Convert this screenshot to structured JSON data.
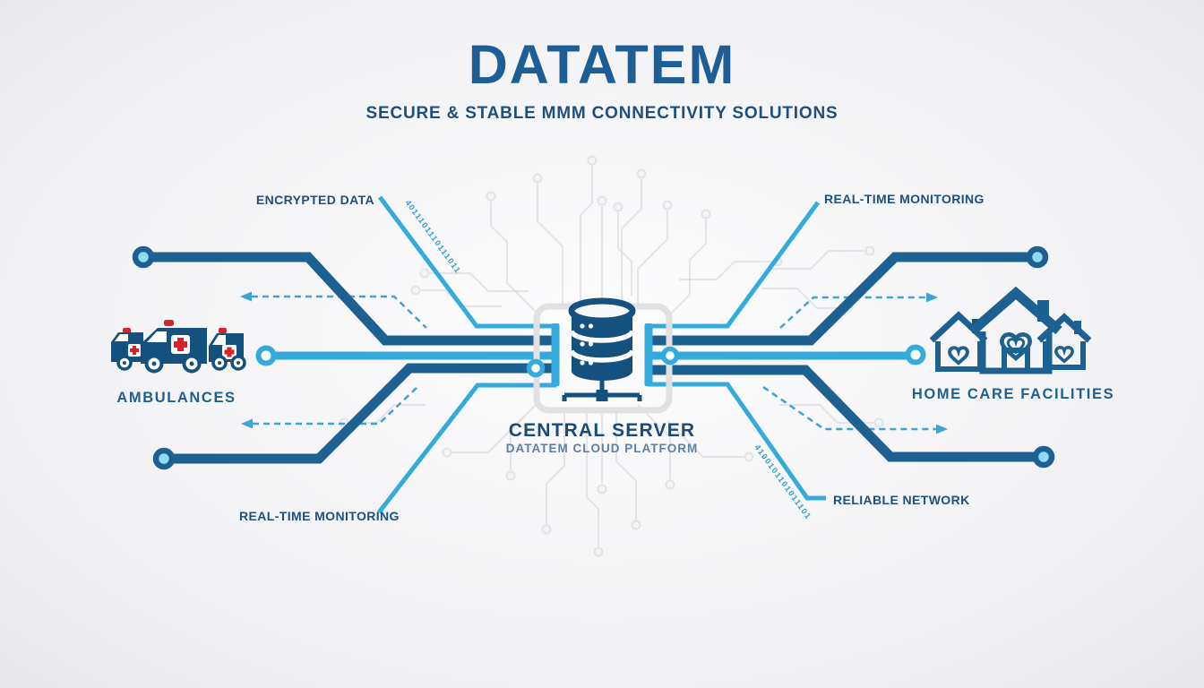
{
  "header": {
    "title": "DATATEM",
    "subtitle": "SECURE & STABLE MMM CONNECTIVITY SOLUTIONS"
  },
  "left_endpoint": {
    "label": "AMBULANCES"
  },
  "right_endpoint": {
    "label": "HOME CARE FACILITIES"
  },
  "center_server": {
    "title": "CENTRAL SERVER",
    "subtitle": "DATATEM CLOUD PLATFORM"
  },
  "links": {
    "encrypted_data": "ENCRYPTED DATA",
    "realtime_top": "REAL-TIME MONITORING",
    "realtime_bottom": "REAL-TIME MONITORING",
    "reliable_network": "RELIABLE NETWORK"
  },
  "decor": {
    "binary_top_left": "4011101110111011",
    "binary_bottom_right": "4100101101011101"
  },
  "colors": {
    "dark_blue": "#1d6092",
    "navy_icon": "#15517f",
    "cyan": "#35abdd",
    "dash_blue": "#3fa3d8",
    "red": "#d8232a",
    "title_blue": "#1e5e96",
    "label_blue": "#1d5080",
    "bin_blue": "#2e9cd2"
  }
}
